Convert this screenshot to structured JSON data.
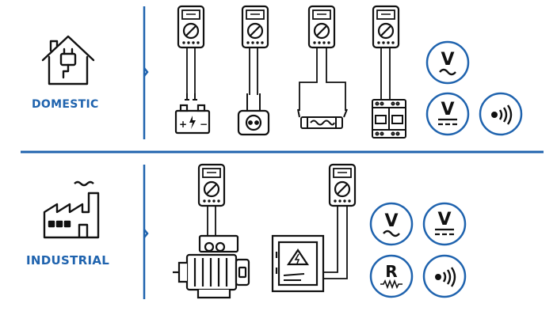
{
  "sections": [
    {
      "label": "DOMESTIC",
      "devices": [
        "multimeter-battery",
        "multimeter-socket",
        "multimeter-fuse",
        "multimeter-breaker"
      ],
      "badges": [
        "V~",
        "V=",
        "continuity"
      ]
    },
    {
      "label": "INDUSTRIAL",
      "devices": [
        "multimeter-motor",
        "multimeter-electrical-panel"
      ],
      "badges": [
        "V~",
        "V=",
        "R",
        "continuity"
      ]
    }
  ],
  "badge_text": {
    "volt": "V",
    "resistance": "R"
  },
  "colors": {
    "accent": "#1f63ae",
    "line": "#111111",
    "background": "#ffffff"
  }
}
